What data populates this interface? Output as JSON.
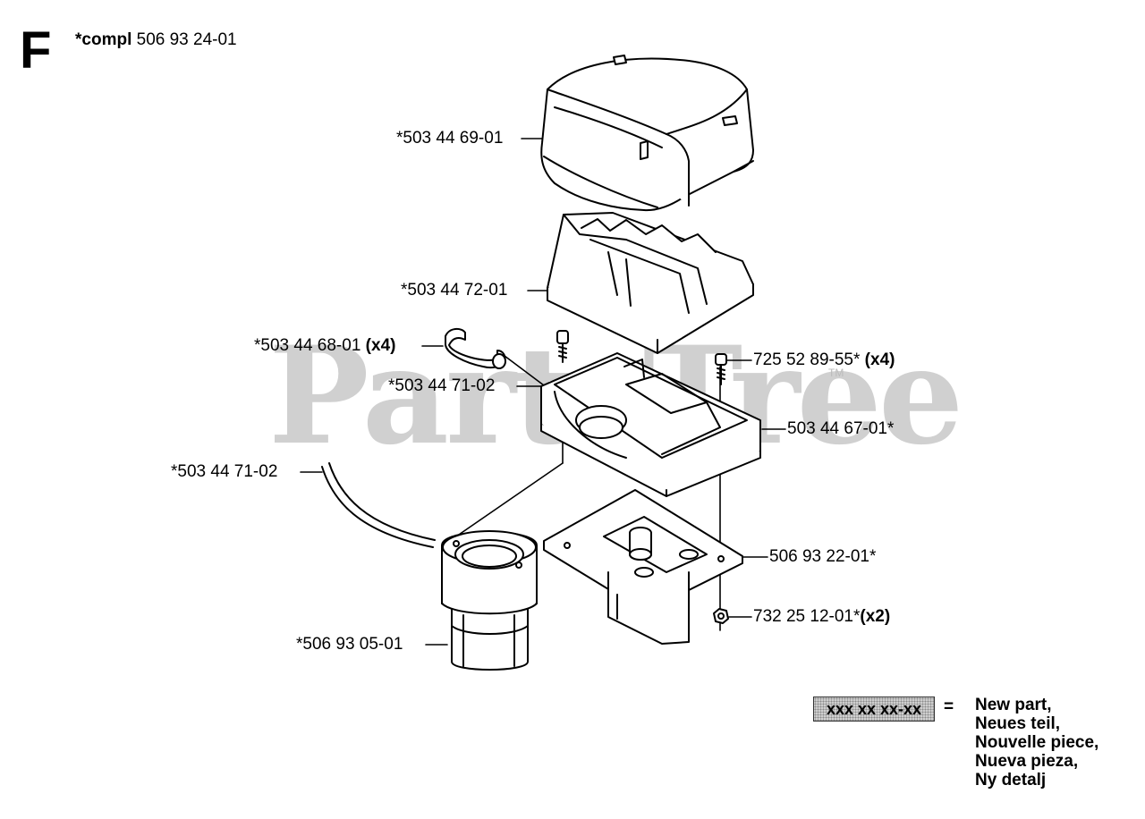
{
  "section_letter": "F",
  "complete_assembly": {
    "prefix": "*compl",
    "part": "506 93 24-01"
  },
  "watermark": {
    "text": "PartsTree",
    "tm": "TM"
  },
  "callouts": [
    {
      "id": "cover",
      "text": "*503 44 69-01",
      "qty": ""
    },
    {
      "id": "filter",
      "text": "*503 44 72-01",
      "qty": ""
    },
    {
      "id": "clip",
      "text": "*503 44 68-01",
      "qty": "(x4)"
    },
    {
      "id": "screw",
      "text": "725 52 89-55*",
      "qty": "(x4)"
    },
    {
      "id": "seal",
      "text": "*503 44 71-02",
      "qty": ""
    },
    {
      "id": "base",
      "text": "503 44 67-01*",
      "qty": ""
    },
    {
      "id": "hose",
      "text": "*503 44 71-02",
      "qty": ""
    },
    {
      "id": "bracket",
      "text": "506 93 22-01*",
      "qty": ""
    },
    {
      "id": "nut",
      "text": "732 25 12-01*",
      "qty": "(x2)"
    },
    {
      "id": "prefilter",
      "text": "*506 93 05-01",
      "qty": ""
    }
  ],
  "legend": {
    "box_text": "xxx xx xx-xx",
    "equals": "=",
    "lines": [
      "New part,",
      "Neues teil,",
      "Nouvelle piece,",
      "Nueva pieza,",
      "Ny detalj"
    ]
  }
}
